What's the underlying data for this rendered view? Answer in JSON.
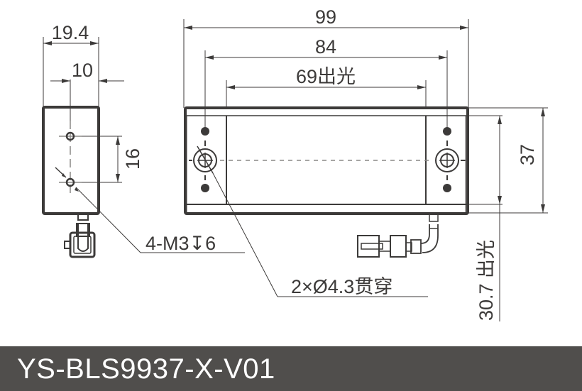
{
  "drawing": {
    "side_view": {
      "dim_total_width": "19.4",
      "dim_center_offset": "10",
      "dim_hole_pitch": "16",
      "callout_thread": "4-M3↧6"
    },
    "front_view": {
      "dim_overall_length": "99",
      "dim_mount_hole_pitch": "84",
      "dim_emitting_length": "69出光",
      "dim_height": "37",
      "dim_emitting_width": "30.7 出光",
      "callout_through_hole": "2×Ø4.3贯穿"
    },
    "colors": {
      "line": "#3c3a39",
      "center_line": "#8a8886",
      "footer_bg": "#504e4c",
      "footer_text": "#ffffff"
    }
  },
  "footer": {
    "model_number": "YS-BLS9937-X-V01"
  }
}
